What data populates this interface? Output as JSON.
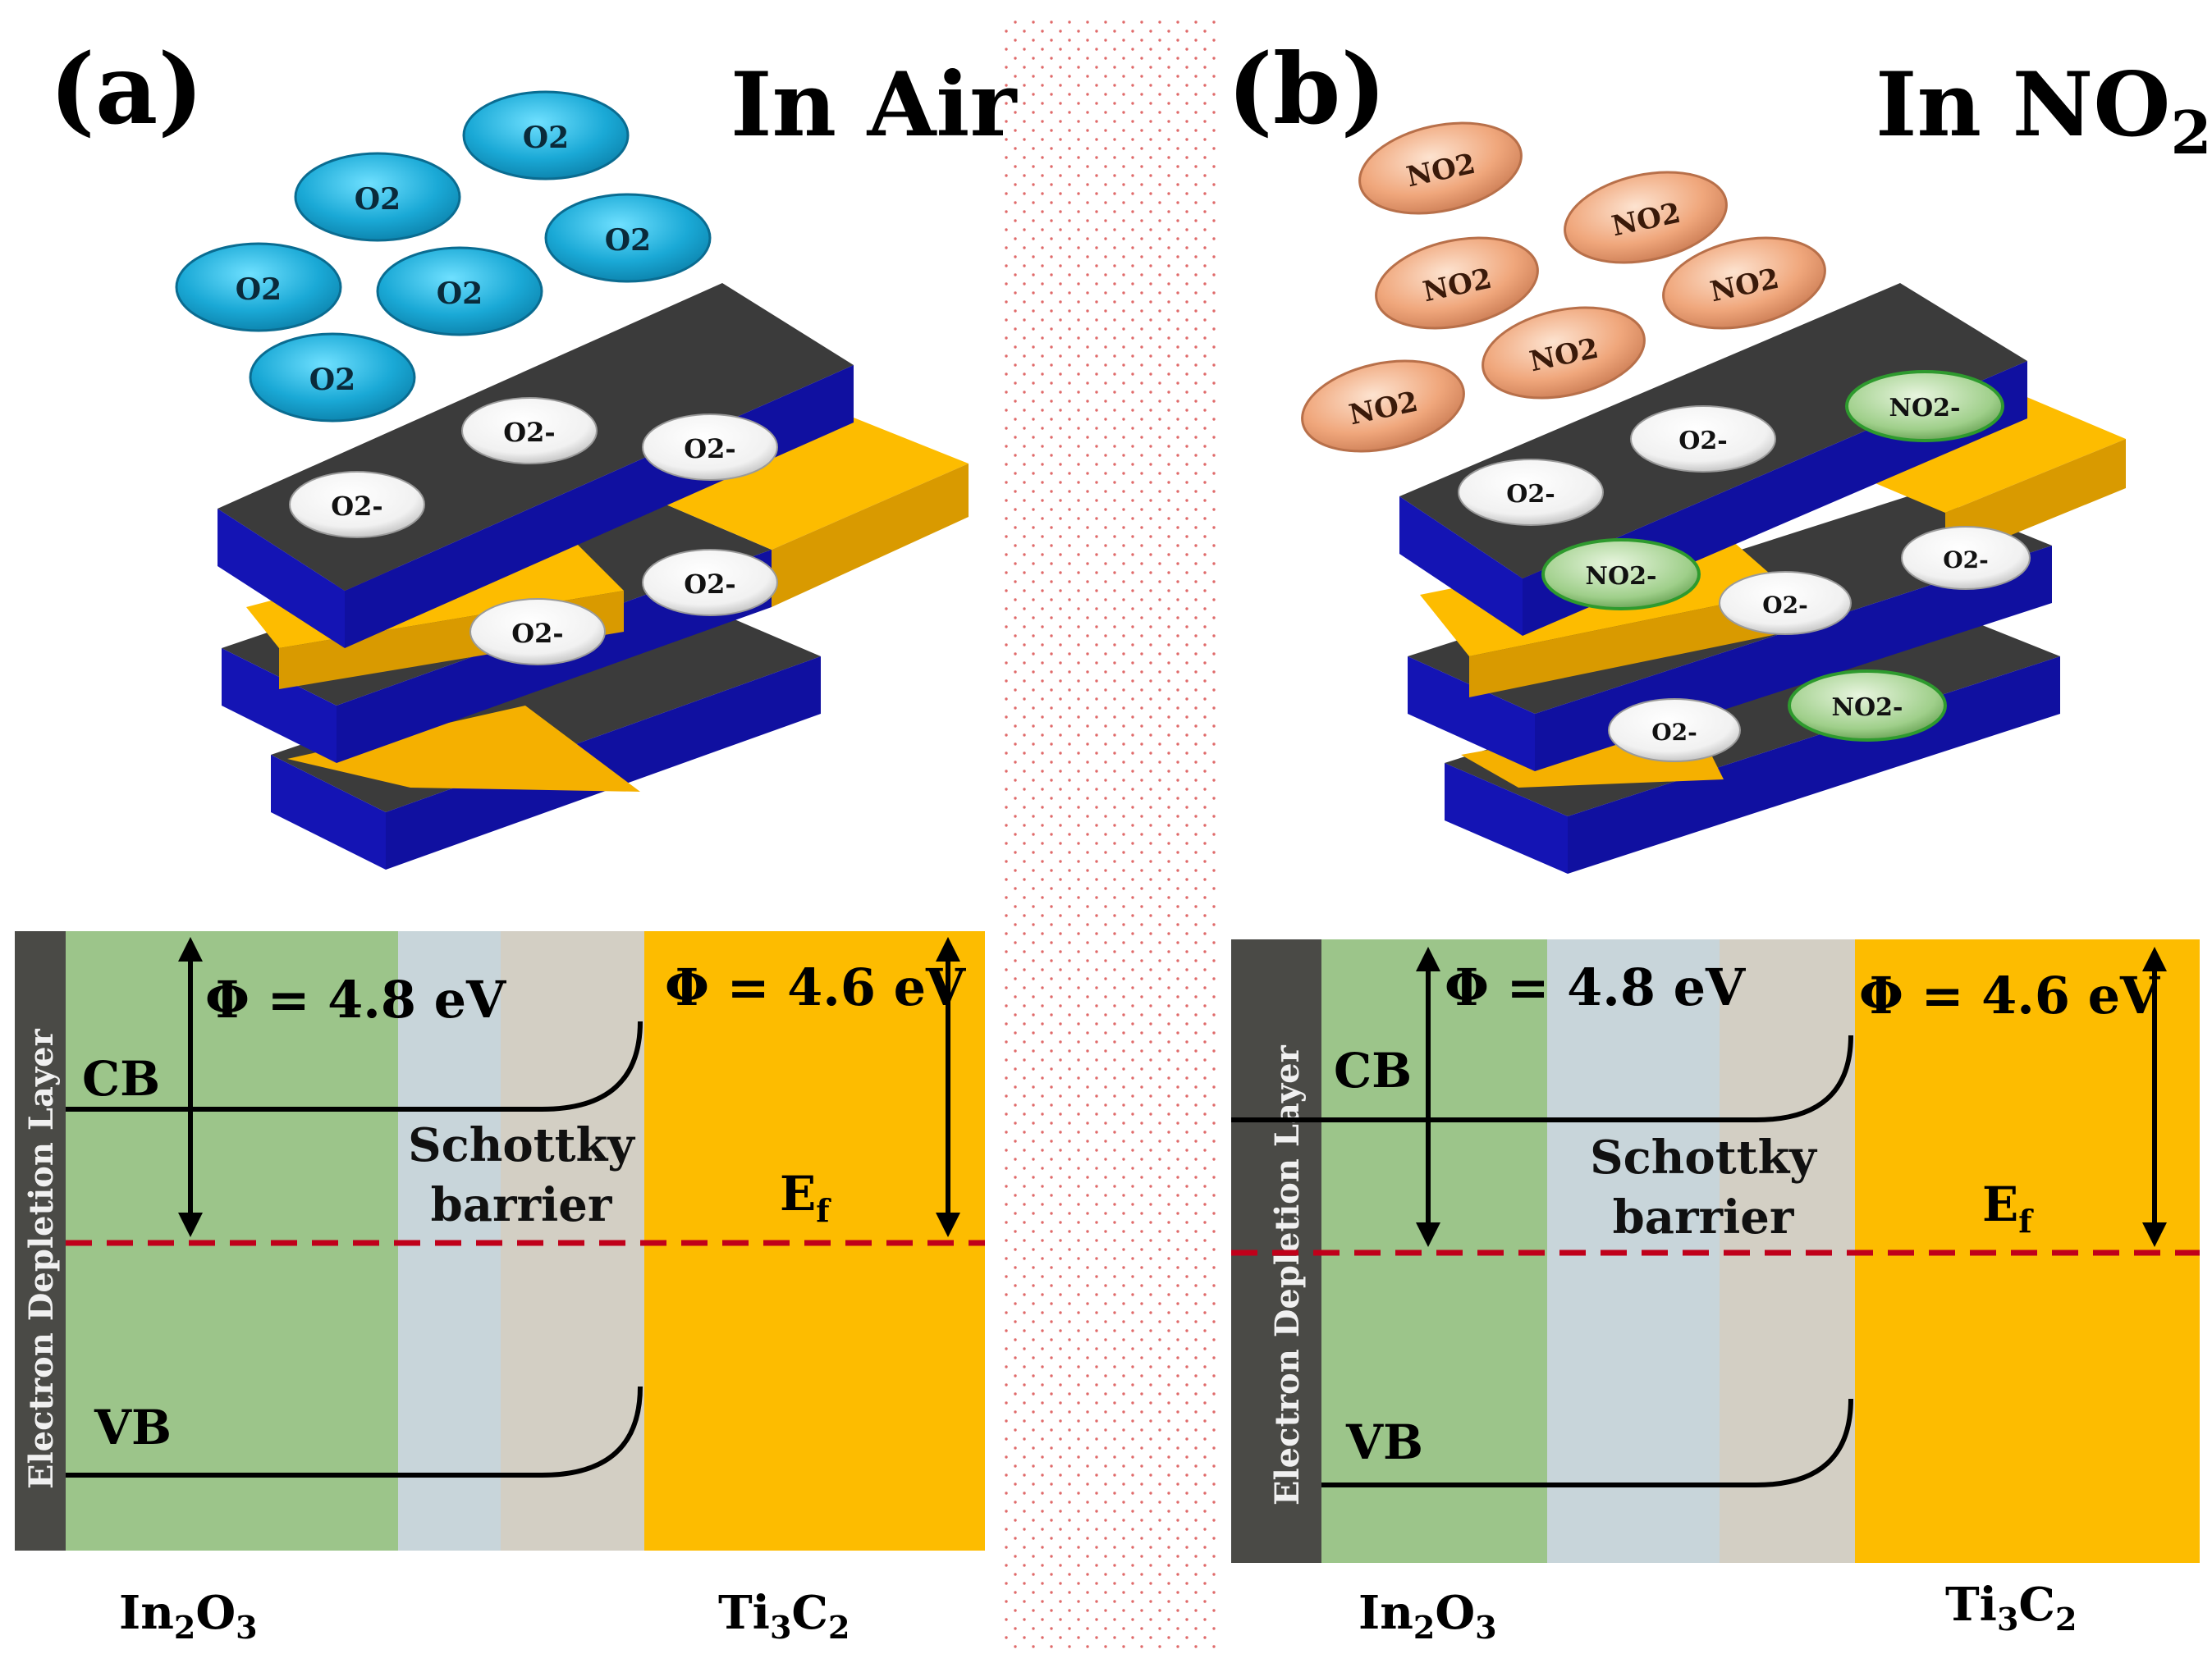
{
  "panels": [
    {
      "id": "a",
      "label": "(a)",
      "title": "In Air",
      "gas_label": "O2",
      "adsorbed_label": "O2-",
      "phi_left": "Φ = 4.8 eV",
      "phi_right": "Φ = 4.6 eV",
      "cb": "CB",
      "vb": "VB",
      "schottky_line1": "Schottky",
      "schottky_line2": "barrier",
      "ef": "E",
      "ef_sub": "f",
      "depletion": "Electron Depletion Layer",
      "material_left": "In2O3",
      "material_right": "Ti3C2"
    },
    {
      "id": "b",
      "label": "(b)",
      "title": "In NO",
      "title_sub": "2",
      "gas_label": "NO2",
      "adsorbed_label": "O2-",
      "adsorbed_no2_label": "NO2-",
      "phi_left": "Φ = 4.8 eV",
      "phi_right": "Φ = 4.6 eV",
      "cb": "CB",
      "vb": "VB",
      "schottky_line1": "Schottky",
      "schottky_line2": "barrier",
      "ef": "E",
      "ef_sub": "f",
      "depletion": "Electron Depletion Layer",
      "material_left": "In2O3",
      "material_right": "Ti3C2"
    }
  ],
  "colors": {
    "o2_molecule": "#1aa9d6",
    "no2_molecule": "#f0a77c",
    "sheet_top": "#3b3b3b",
    "sheet_edge": "#1414b4",
    "ti3c2": "#fdbc00",
    "in2o3_band": "#9cc58a",
    "interface1": "#c8d5da",
    "interface2": "#d3cfc4",
    "depletion_bar": "#4a4a46",
    "fermi": "#c0001a",
    "no2_ion": "#9fcf8a",
    "ion": "#ffffff"
  }
}
